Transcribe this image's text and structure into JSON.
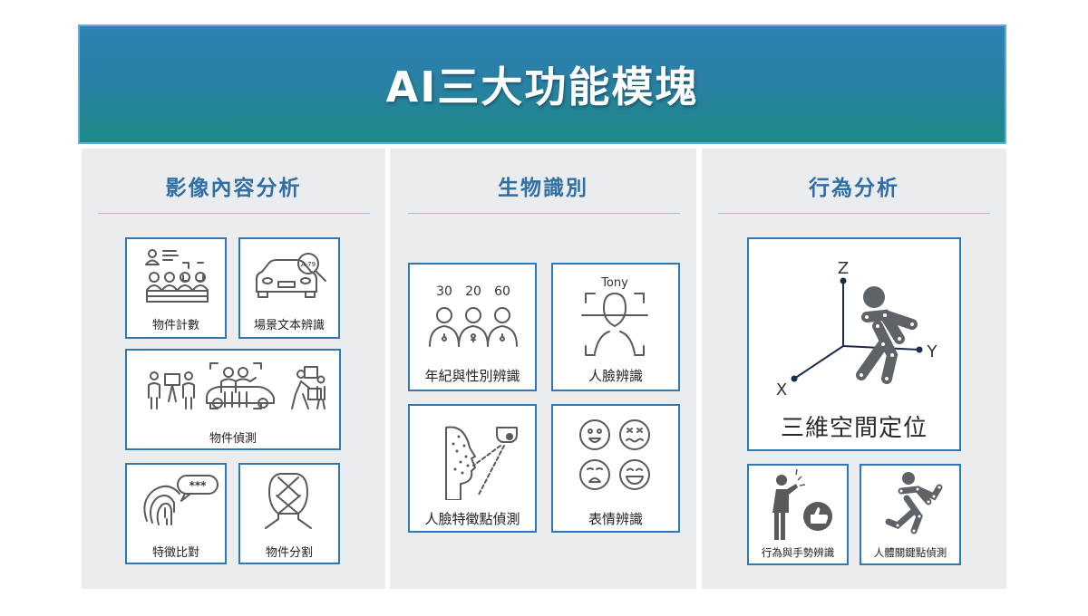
{
  "header": {
    "title": "AI三大功能模塊"
  },
  "columns": [
    {
      "title": "影像內容分析",
      "cards": [
        {
          "label": "物件計數",
          "icon": "people-count-icon"
        },
        {
          "label": "場景文本辨識",
          "icon": "car-plate-icon",
          "plate_text": "A-79"
        },
        {
          "label": "物件偵測",
          "icon": "object-detection-icon"
        },
        {
          "label": "特徵比對",
          "icon": "fingerprint-icon",
          "mask_text": "***"
        },
        {
          "label": "物件分割",
          "icon": "segmentation-head-icon"
        }
      ]
    },
    {
      "title": "生物識別",
      "cards": [
        {
          "label": "年紀與性別辨識",
          "icon": "age-gender-icon",
          "ages": [
            "30",
            "20",
            "60"
          ]
        },
        {
          "label": "人臉辨識",
          "icon": "face-recognition-icon",
          "name_text": "Tony"
        },
        {
          "label": "人臉特徵點偵測",
          "icon": "face-landmark-icon"
        },
        {
          "label": "表情辨識",
          "icon": "emotion-faces-icon"
        }
      ]
    },
    {
      "title": "行為分析",
      "cards": [
        {
          "label": "三維空間定位",
          "icon": "3d-pose-icon",
          "axes": [
            "Z",
            "Y",
            "X"
          ]
        },
        {
          "label": "行為與手勢辨識",
          "icon": "gesture-icon"
        },
        {
          "label": "人體關鍵點偵測",
          "icon": "keypoint-runner-icon"
        }
      ]
    }
  ],
  "colors": {
    "accent": "#2f78b4",
    "title_text": "#2f6fa5",
    "panel_bg": "#ebeced",
    "header_top": "#2d82b4",
    "header_bottom": "#1c8a86"
  }
}
